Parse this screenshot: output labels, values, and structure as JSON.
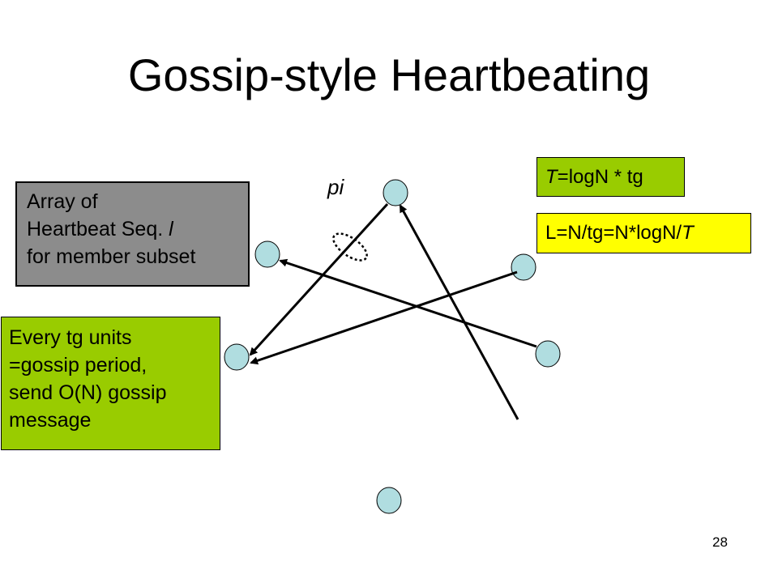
{
  "slide": {
    "title": "Gossip-style Heartbeating",
    "page_number": "28",
    "label_pi": "pi"
  },
  "boxes": {
    "array": {
      "lines": [
        "Array of",
        "Heartbeat Seq. ",
        "for member subset"
      ],
      "italic_tail": "l",
      "color": "#8c8c8c"
    },
    "every": {
      "lines": [
        "Every tg units",
        "=gossip period,",
        "send O(N) gossip",
        "message"
      ],
      "color": "#99cc00"
    },
    "t_formula": {
      "italic": "T",
      "rest": "=logN * tg",
      "color": "#99cc00"
    },
    "l_formula": {
      "text": "L=N/tg=N*logN/",
      "italic_tail": "T",
      "color": "#ffff00"
    }
  },
  "colors": {
    "node_fill": "#b0dde0",
    "node_stroke": "#000000"
  }
}
